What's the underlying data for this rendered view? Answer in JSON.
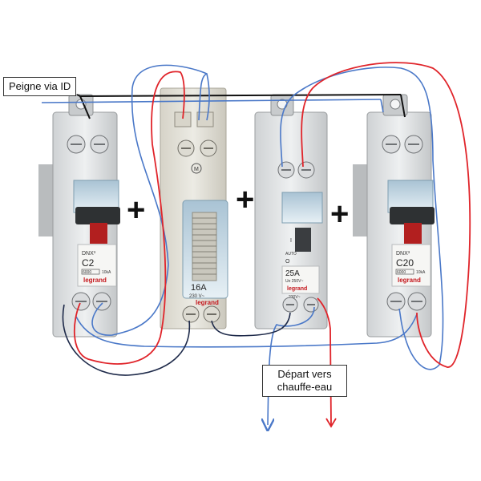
{
  "callouts": {
    "peigne": "Peigne via ID",
    "depart_line1": "Départ vers",
    "depart_line2": "chauffe-eau"
  },
  "breaker_left": {
    "brand_line": "DNX³",
    "rating": "C2",
    "brand": "legrand",
    "code": "6000",
    "kva": "10kA"
  },
  "timer": {
    "rating": "16A",
    "voltage": "230 V~",
    "brand": "legrand"
  },
  "contactor": {
    "mode_top": "I",
    "mode_auto": "AUTO",
    "mode_zero": "O",
    "rating": "25A",
    "voltage": "Ue 250V~",
    "brand": "legrand",
    "coil": "230V~"
  },
  "breaker_right": {
    "brand_line": "DNX³",
    "rating": "C20",
    "brand": "legrand",
    "code": "6000",
    "kva": "10kA"
  },
  "symbols": {
    "plus": "+"
  },
  "colors": {
    "live_wire": "#e0242a",
    "neutral_wire": "#4a78c8",
    "comb_wire": "#111111",
    "coil_wire": "#1e2a4a"
  }
}
